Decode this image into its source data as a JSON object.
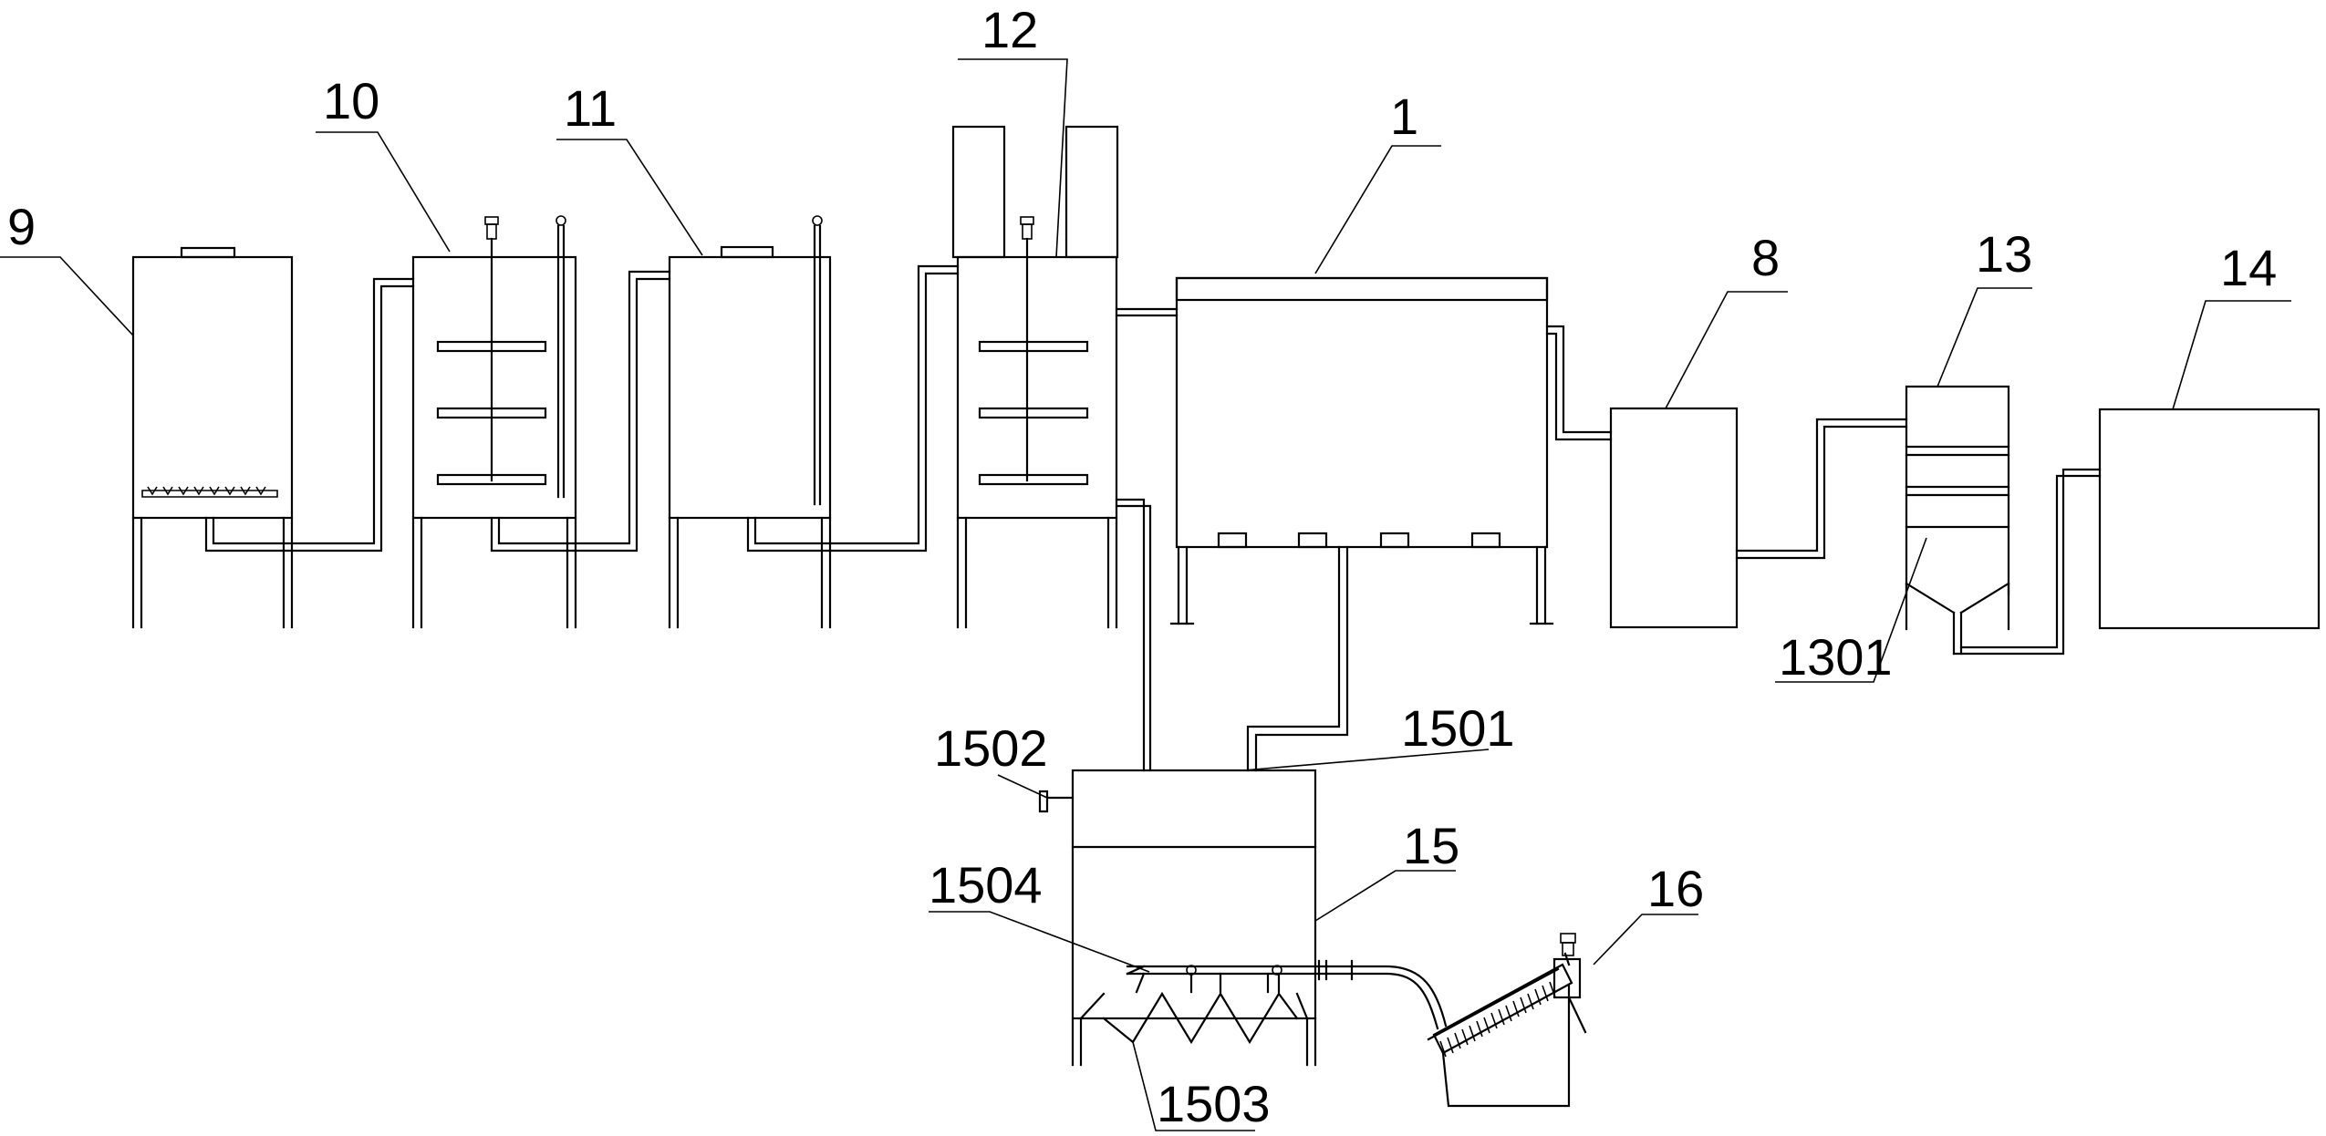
{
  "labels": {
    "l9": "9",
    "l10": "10",
    "l11": "11",
    "l12": "12",
    "l1": "1",
    "l8": "8",
    "l13": "13",
    "l14": "14",
    "l1301": "1301",
    "l1501": "1501",
    "l1502": "1502",
    "l1503": "1503",
    "l1504": "1504",
    "l15": "15",
    "l16": "16"
  }
}
